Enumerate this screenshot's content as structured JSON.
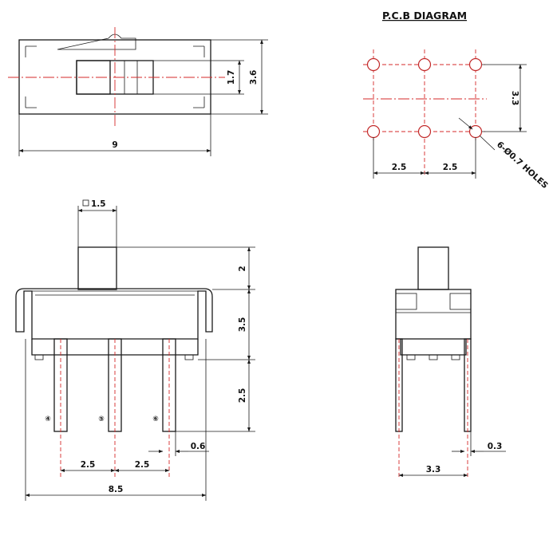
{
  "pcb_title": "P.C.B DIAGRAM",
  "top_view": {
    "width": "9",
    "height": "3.6",
    "slider": "1.7"
  },
  "pcb": {
    "pitch_1": "2.5",
    "pitch_2": "2.5",
    "row_spacing": "3.3",
    "holes": "6-Ø0.7 HOLES"
  },
  "front_view": {
    "actuator": "1.5",
    "actuator_height": "2",
    "body_height": "3.5",
    "pin_length": "2.5",
    "pin_thickness": "0.6",
    "pitch_1": "2.5",
    "pitch_2": "2.5",
    "overall_width": "8.5",
    "pins": [
      "④",
      "⑤",
      "⑥"
    ]
  },
  "side_view": {
    "row_spacing": "3.3",
    "pin_thickness": "0.3"
  },
  "colors": {
    "outline": "#1a1a1a",
    "centerline": "#d42a2a"
  }
}
